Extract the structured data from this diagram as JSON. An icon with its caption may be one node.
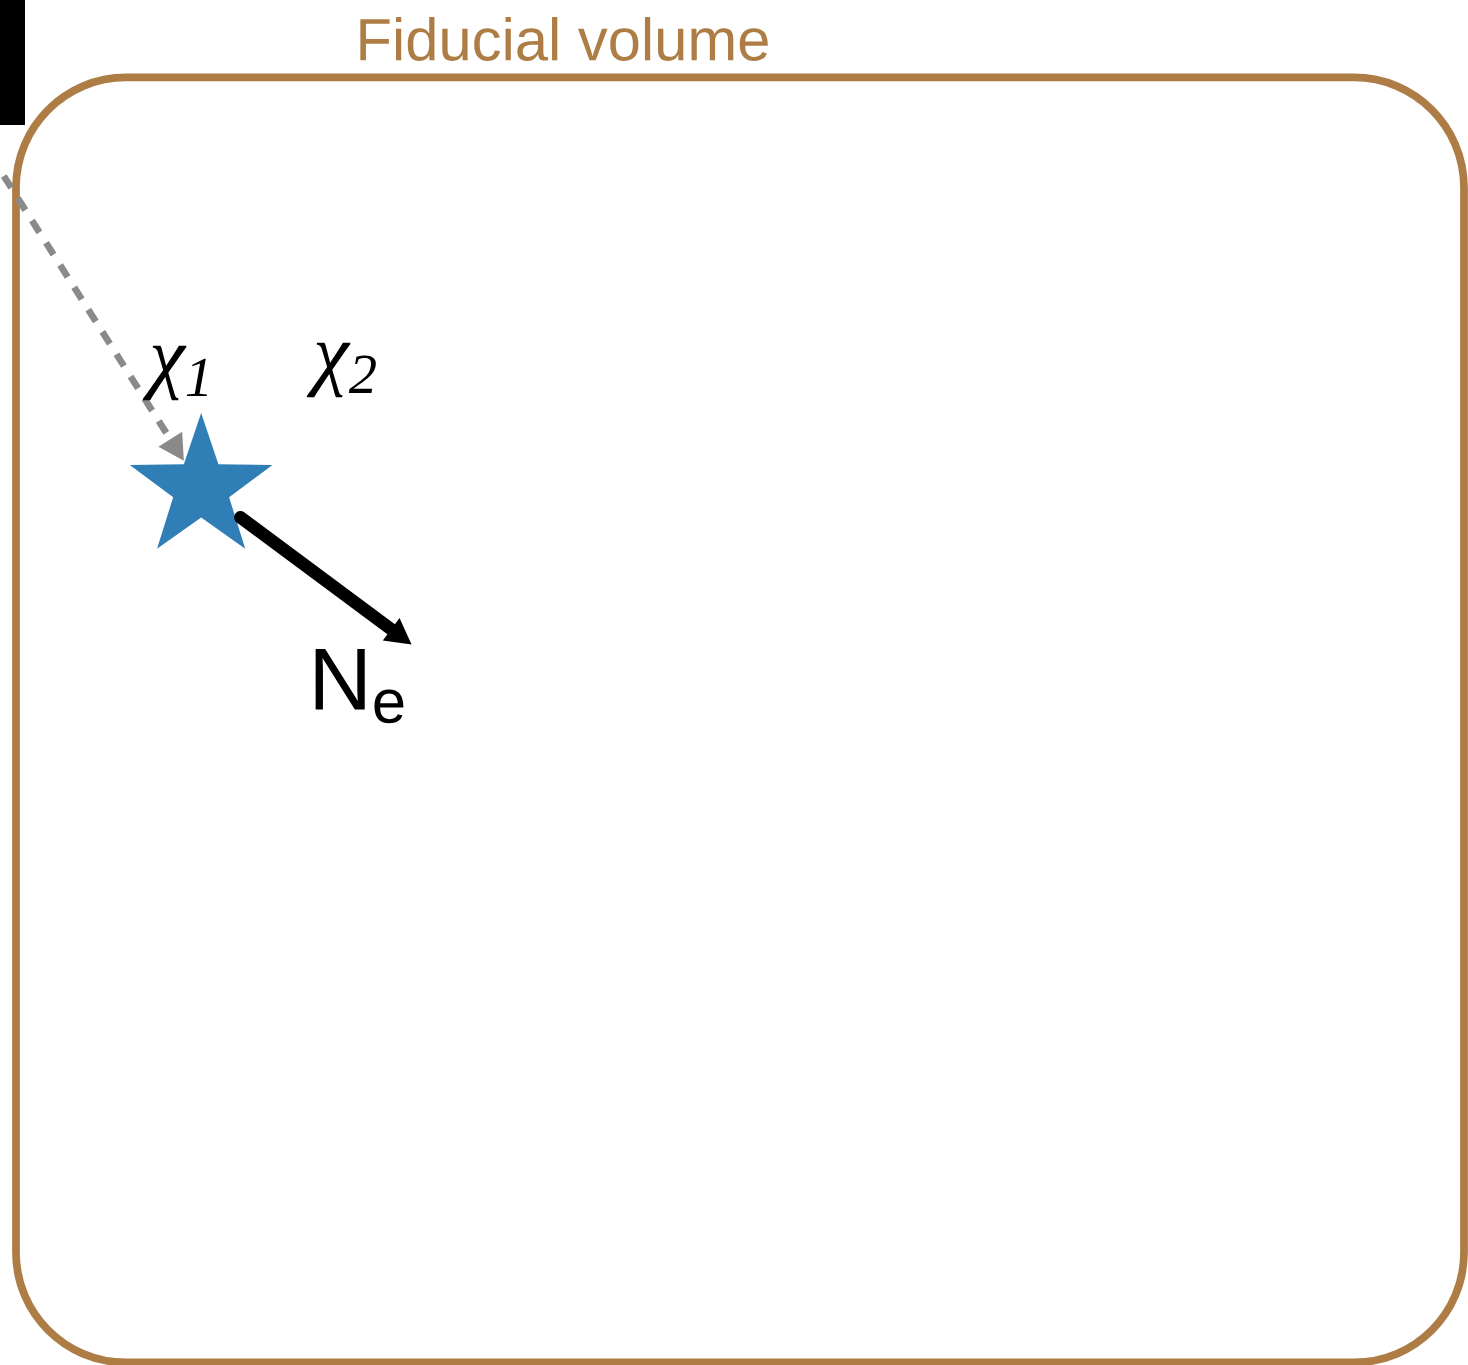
{
  "diagram": {
    "nodes": [
      {
        "text": [
          "Fiducial volume"
        ]
      },
      {
        "text": [],
        "shape": "star",
        "in": 0
      },
      {
        "text": [
          "N$_{e}$"
        ],
        "in": 0
      }
    ],
    "edges": [
      {
        "from": null,
        "to": 1,
        "arrow": "to",
        "style": "dashed",
        "color": "#8a8a8a"
      },
      {
        "from": 1,
        "to": 2,
        "arrow": "to",
        "style": "thick",
        "color": "#000000"
      }
    ],
    "labels": [
      "χ$_{1}$",
      "χ$_{2}$"
    ]
  }
}
